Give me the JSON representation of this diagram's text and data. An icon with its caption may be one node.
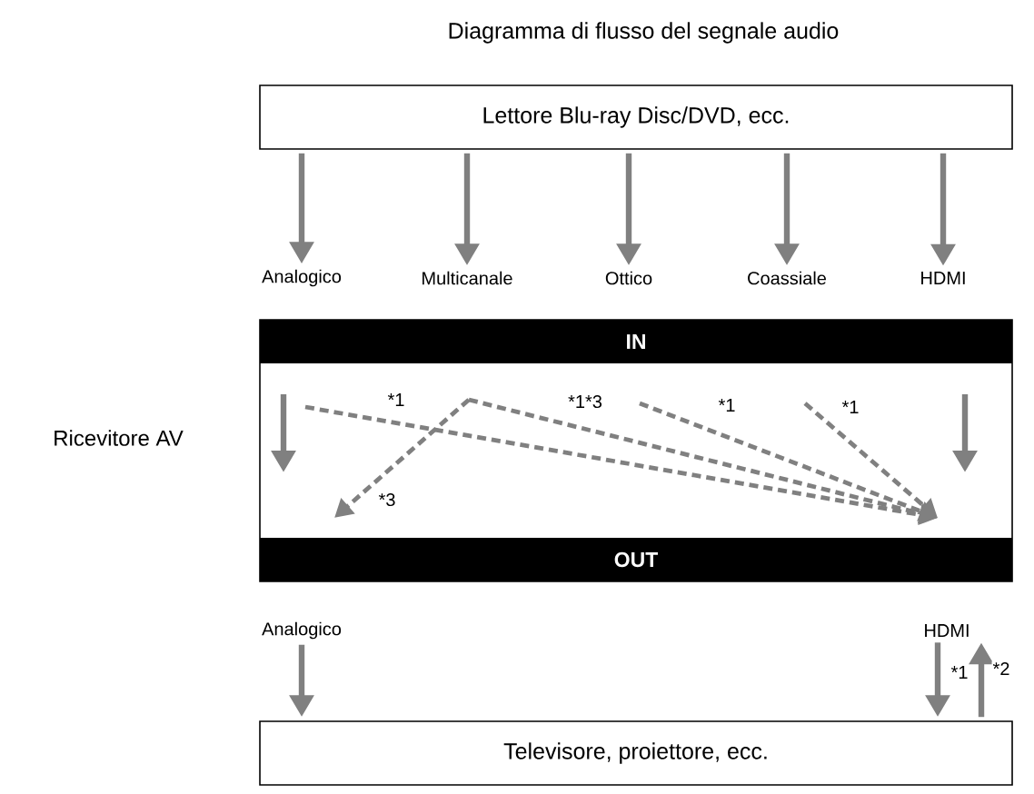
{
  "diagram": {
    "title": "Diagramma di flusso del segnale audio",
    "nodes": [
      {
        "text": [
          "Lettore Blu-ray Disc/DVD, ecc."
        ]
      },
      {
        "text": [
          "Analogico"
        ]
      },
      {
        "text": [
          "Multicanale"
        ]
      },
      {
        "text": [
          "Ottico"
        ]
      },
      {
        "text": [
          "Coassiale"
        ]
      },
      {
        "text": [
          "HDMI"
        ]
      },
      {
        "text": [
          "IN",
          "OUT"
        ],
        "beside": [
          "Ricevitore AV"
        ]
      },
      {
        "text": [
          "Analogico"
        ]
      },
      {
        "text": [
          "HDMI"
        ]
      },
      {
        "text": [
          "Televisore, proiettore, ecc."
        ]
      }
    ],
    "edges": [
      {
        "from": 0,
        "to": 1,
        "arrow": "to"
      },
      {
        "from": 0,
        "to": 2,
        "arrow": "to"
      },
      {
        "from": 0,
        "to": 3,
        "arrow": "to"
      },
      {
        "from": 0,
        "to": 4,
        "arrow": "to"
      },
      {
        "from": 0,
        "to": 5,
        "arrow": "to"
      },
      {
        "from": 7,
        "to": 9,
        "arrow": "to"
      },
      {
        "from": 8,
        "to": 9,
        "arrow": "to",
        "label": "*1"
      },
      {
        "from": 9,
        "to": 8,
        "arrow": "to",
        "label": "*2"
      }
    ],
    "labels": [
      "*1",
      "*1*3",
      "*1",
      "*1",
      "*3"
    ]
  }
}
